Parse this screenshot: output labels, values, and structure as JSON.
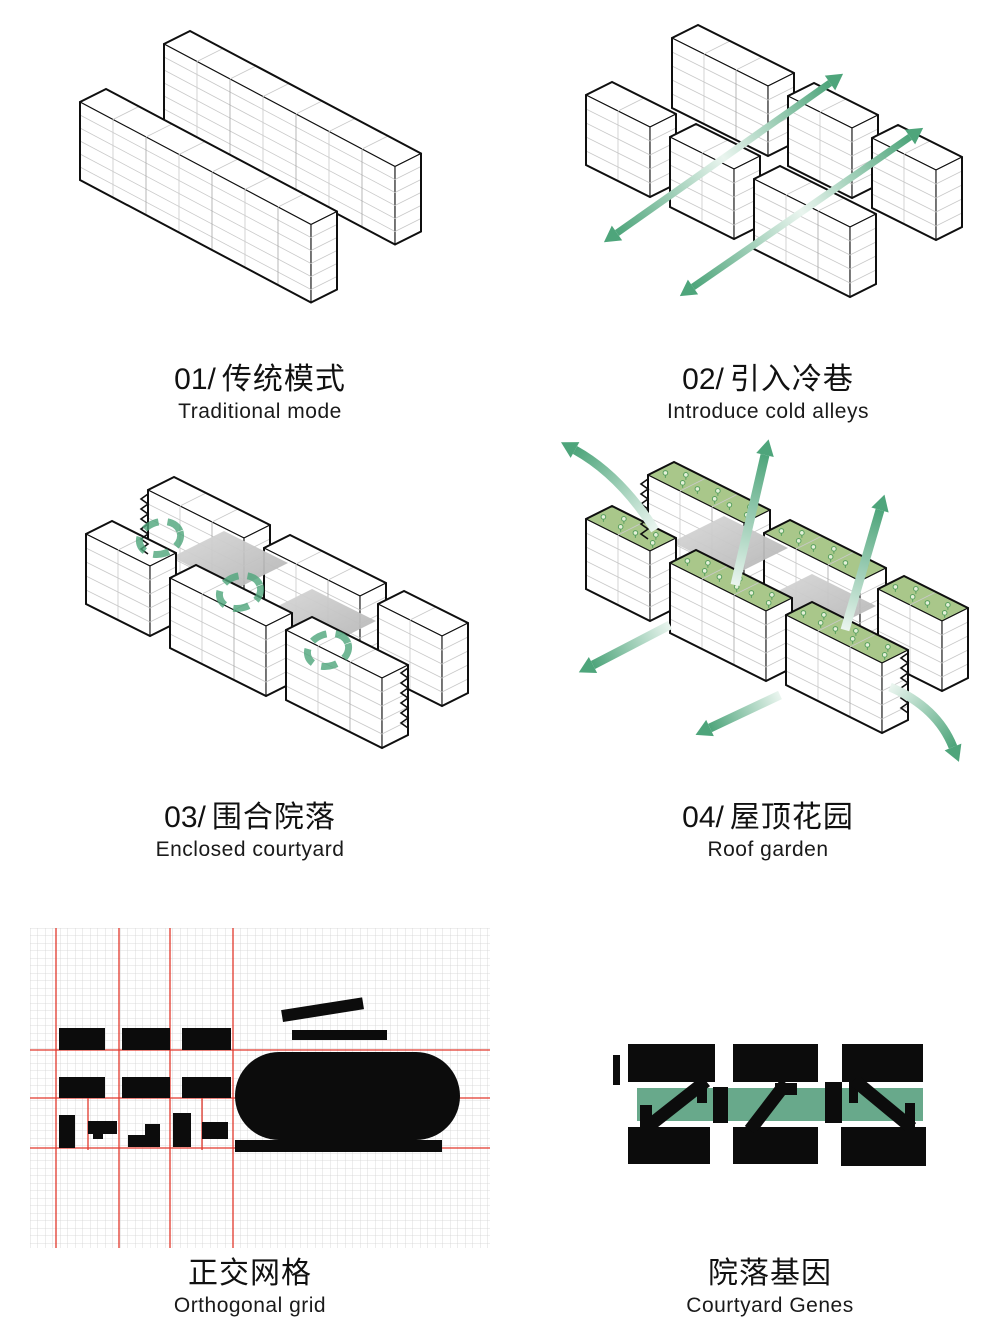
{
  "page": {
    "background": "#ffffff"
  },
  "colors": {
    "background": "#ffffff",
    "outline_black": "#111111",
    "detail_gray": "#c9c9c9",
    "detail_gray_dark": "#a6a6a6",
    "arrow_green": "#4ea57b",
    "arrow_pale": "#eaf5ef",
    "roof_green": "#a9c78a",
    "plant_green": "#58a05f",
    "plant_fill": "#e4f0d8",
    "courtyard_gray_light": "#d9d9d9",
    "courtyard_gray": "#b5b5b5",
    "grid_line": "#d2d2d2",
    "grid_red": "#e2382c",
    "band_green": "#68a98b",
    "shape_black": "#0c0c0c"
  },
  "panels": [
    {
      "id": "traditional",
      "number": "01/",
      "title_zh": "传统模式",
      "title_en": "Traditional mode"
    },
    {
      "id": "cold-alleys",
      "number": "02/",
      "title_zh": "引入冷巷",
      "title_en": "Introduce cold alleys"
    },
    {
      "id": "courtyard",
      "number": "03/",
      "title_zh": "围合院落",
      "title_en": "Enclosed courtyard"
    },
    {
      "id": "roof-garden",
      "number": "04/",
      "title_zh": "屋顶花园",
      "title_en": "Roof garden"
    },
    {
      "id": "orthogonal-grid",
      "number": "",
      "title_zh": "正交网格",
      "title_en": "Orthogonal grid"
    },
    {
      "id": "courtyard-genes",
      "number": "",
      "title_zh": "院落基因",
      "title_en": "Courtyard Genes"
    }
  ]
}
